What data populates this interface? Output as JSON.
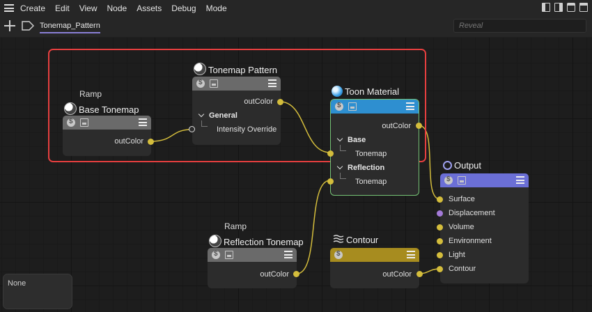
{
  "menu": [
    "Create",
    "Edit",
    "View",
    "Node",
    "Assets",
    "Debug",
    "Mode"
  ],
  "tab": {
    "label": "Tonemap_Pattern"
  },
  "search": {
    "placeholder": "Reveal"
  },
  "colors": {
    "accent": "#8a7fd6",
    "selection": "#e63f3f",
    "port": "#d4bd3c",
    "toon_header": "#2e8fd0",
    "output_header": "#6b6fd6",
    "contour_header": "#a78c1f",
    "displacement_port": "#a47ad8"
  },
  "nodes": {
    "ramp_base": {
      "subtitle": "Ramp",
      "title": "Base Tonemap",
      "output": "outColor"
    },
    "tonemap_pattern": {
      "title": "Tonemap Pattern",
      "output": "outColor",
      "group": "General",
      "input": "Intensity Override"
    },
    "toon_material": {
      "title": "Toon Material",
      "output": "outColor",
      "groups": [
        {
          "name": "Base",
          "input": "Tonemap"
        },
        {
          "name": "Reflection",
          "input": "Tonemap"
        }
      ]
    },
    "output": {
      "title": "Output",
      "inputs": [
        "Surface",
        "Displacement",
        "Volume",
        "Environment",
        "Light",
        "Contour"
      ]
    },
    "ramp_reflection": {
      "subtitle": "Ramp",
      "title": "Reflection Tonemap",
      "output": "outColor"
    },
    "contour": {
      "title": "Contour",
      "output": "outColor"
    }
  },
  "panel": {
    "value": "None"
  }
}
